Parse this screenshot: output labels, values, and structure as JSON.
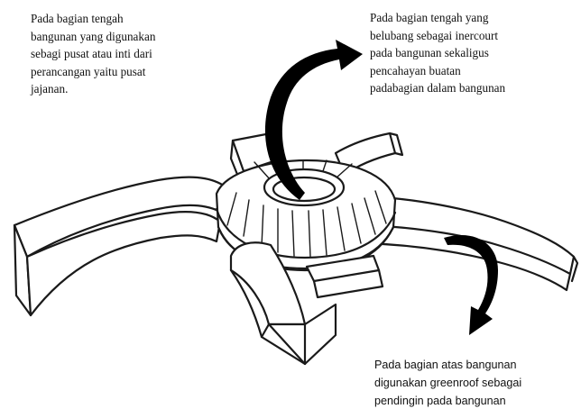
{
  "annotations": {
    "center_core": "Pada bagian tengah\nbangunan yang digunakan\nsebagi pusat atau inti dari\nperancangan yaitu pusat\njajanan.",
    "courtyard": "Pada bagian tengah yang\nbelubang sebagai inercourt\npada bangunan sekaligus\npencahayan buatan\npadabagian dalam bangunan",
    "greenroof": "Pada bagian atas bangunan\ndigunakan greenroof sebagai\npendingin pada bangunan"
  }
}
